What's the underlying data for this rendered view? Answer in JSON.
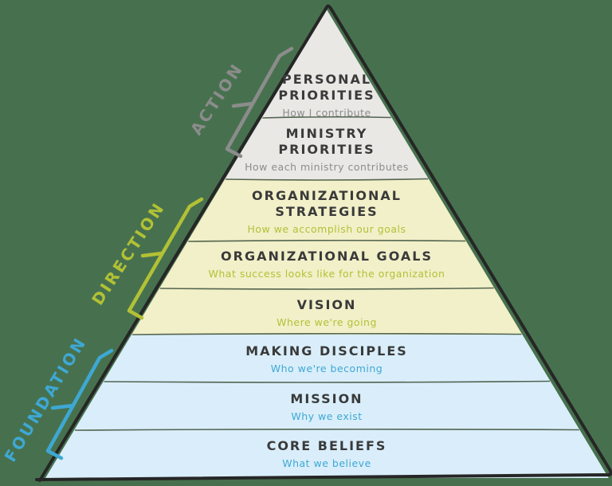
{
  "background_color": "#47714e",
  "colors": {
    "title_text": "#3a3a3a",
    "outline": "#262626",
    "divider": "#44543f"
  },
  "groups": [
    {
      "id": "action",
      "label": "ACTION",
      "color": "#8c8c8c",
      "band_fill": "#e9e8e5"
    },
    {
      "id": "direction",
      "label": "DIRECTION",
      "color": "#b2c135",
      "band_fill": "#f1f0c9"
    },
    {
      "id": "foundation",
      "label": "FOUNDATION",
      "color": "#3ea8d4",
      "band_fill": "#d9eefa"
    }
  ],
  "levels": [
    {
      "group": "action",
      "title_lines": [
        "PERSONAL",
        "PRIORITIES"
      ],
      "subtitle": "How I contribute"
    },
    {
      "group": "action",
      "title_lines": [
        "MINISTRY",
        "PRIORITIES"
      ],
      "subtitle": "How each ministry contributes"
    },
    {
      "group": "direction",
      "title_lines": [
        "ORGANIZATIONAL",
        "STRATEGIES"
      ],
      "subtitle": "How we accomplish our goals"
    },
    {
      "group": "direction",
      "title_lines": [
        "ORGANIZATIONAL GOALS"
      ],
      "subtitle": "What success looks like for the organization"
    },
    {
      "group": "direction",
      "title_lines": [
        "VISION"
      ],
      "subtitle": "Where we're going"
    },
    {
      "group": "foundation",
      "title_lines": [
        "MAKING DISCIPLES"
      ],
      "subtitle": "Who we're becoming"
    },
    {
      "group": "foundation",
      "title_lines": [
        "MISSION"
      ],
      "subtitle": "Why we exist"
    },
    {
      "group": "foundation",
      "title_lines": [
        "CORE BELIEFS"
      ],
      "subtitle": "What we believe"
    }
  ]
}
